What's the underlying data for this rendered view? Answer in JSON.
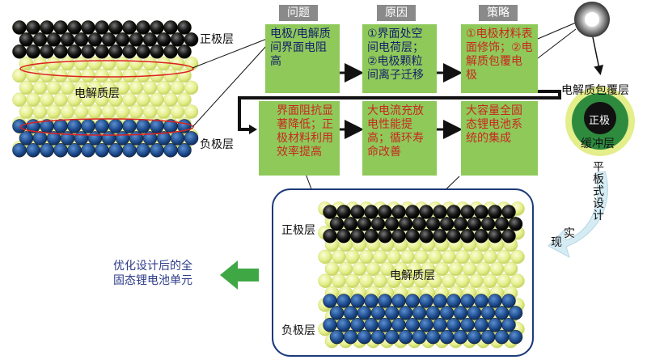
{
  "headers": {
    "problem": "问题",
    "cause": "原因",
    "strategy": "策略"
  },
  "boxes": {
    "problem_top": "电极/电解质间界面电阻高",
    "cause_top": "①界面处空间电荷层；②电极颗粒间离子迁移",
    "strategy_top": "①电极材料表面修饰；②电解质包覆电极",
    "problem_bottom": "界面阻抗显著降低；正极材料利用效率提高",
    "cause_bottom": "大电流充放电性能提高；循环寿命改善",
    "strategy_bottom": "大容量全固态锂电池系统的集成"
  },
  "left_panel": {
    "cathode": "正极层",
    "electrolyte": "电解质层",
    "anode": "负极层"
  },
  "bottom_panel": {
    "cathode": "正极层",
    "electrolyte": "电解质层",
    "anode": "负极层"
  },
  "particle": {
    "coating": "电解质包覆层",
    "core": "正极",
    "buffer": "缓冲层"
  },
  "flat_design": [
    "平",
    "板",
    "式",
    "设",
    "计",
    "实",
    "现"
  ],
  "optimized": {
    "line1": "优化设计后的全",
    "line2": "固态锂电池单元"
  },
  "colors": {
    "box_green": "#8fc95a",
    "header_gray": "#8a8a8a",
    "electrolyte_yellow": "#e4ee8a",
    "cathode_black": "#1a1a1a",
    "anode_blue": "#1e4d8f",
    "arrow_green": "#3fa845",
    "frame_navy": "#1d3a7a"
  }
}
